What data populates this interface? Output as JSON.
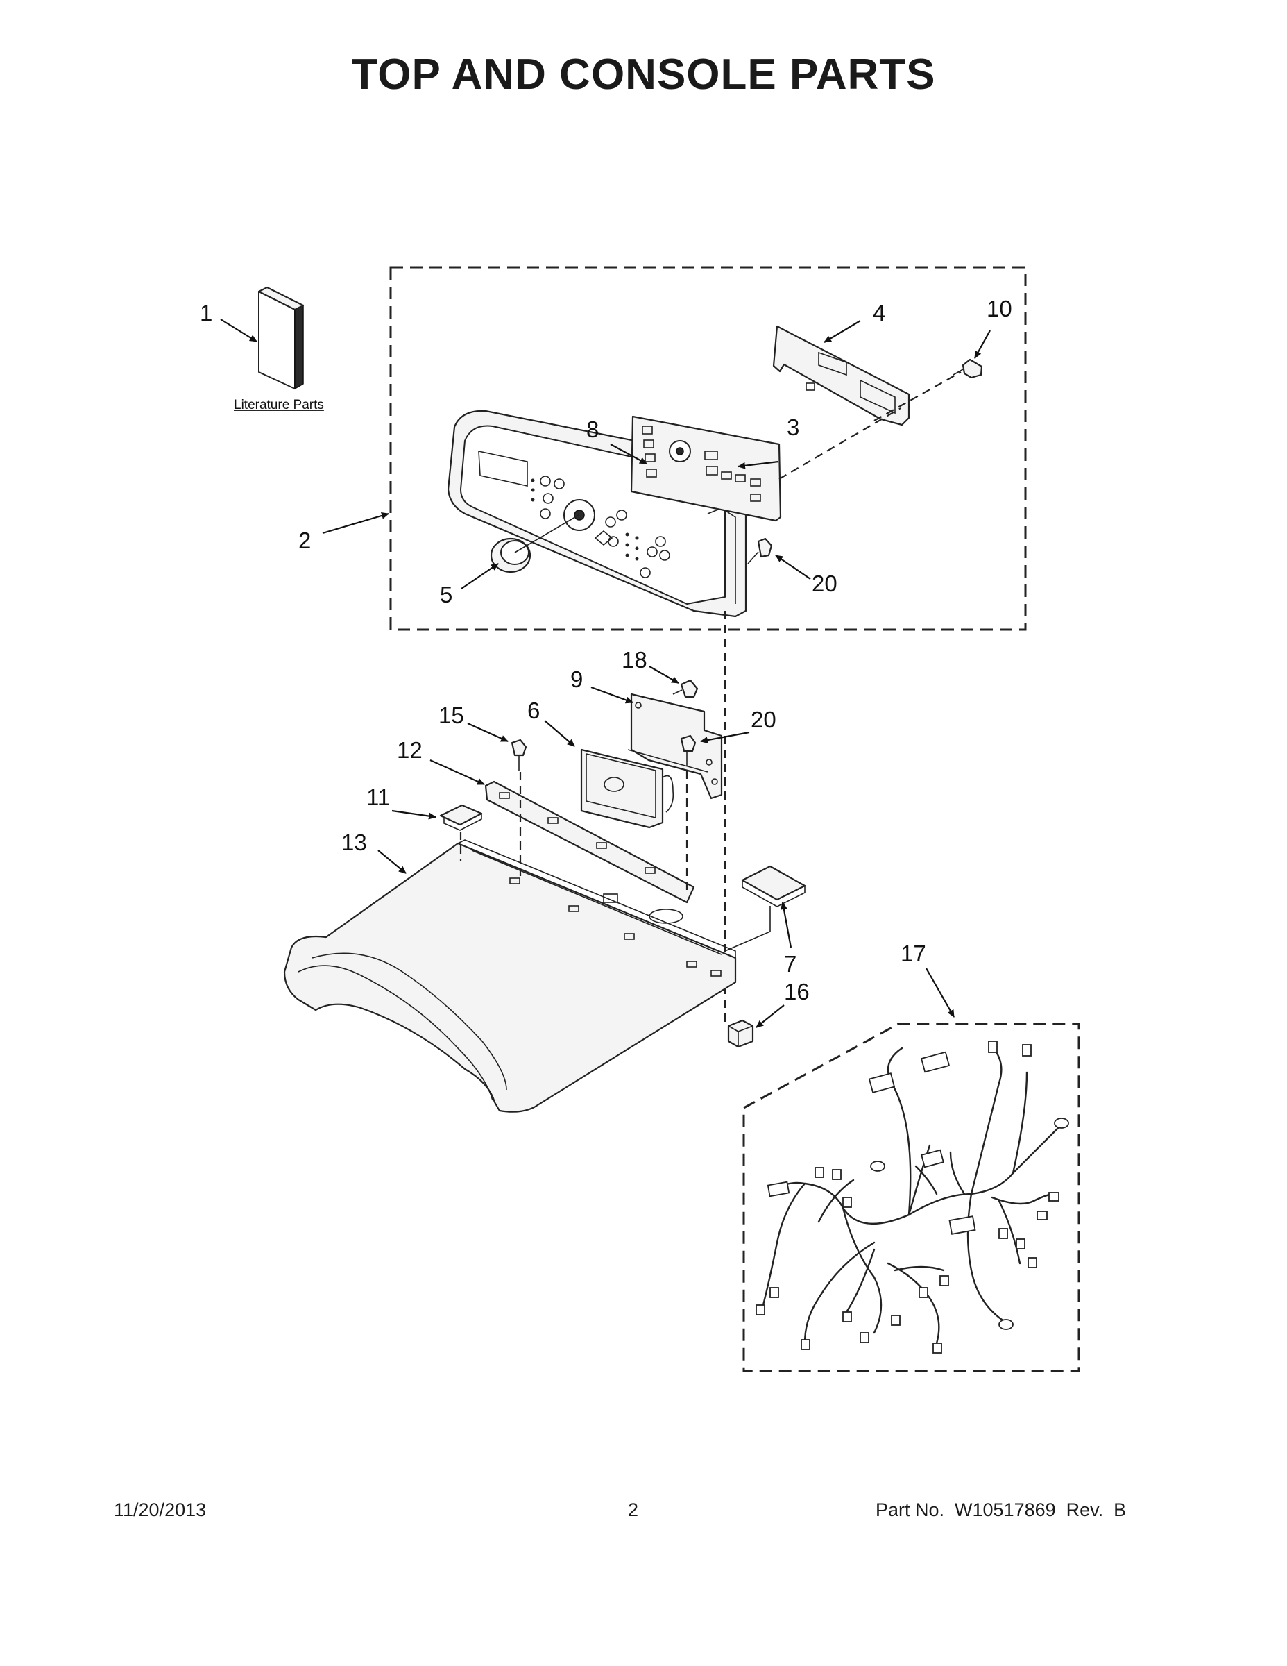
{
  "page": {
    "title": "TOP AND CONSOLE PARTS",
    "literature_label": "Literature Parts"
  },
  "callouts": [
    {
      "id": "1",
      "label": "1"
    },
    {
      "id": "2",
      "label": "2"
    },
    {
      "id": "3",
      "label": "3"
    },
    {
      "id": "4",
      "label": "4"
    },
    {
      "id": "5",
      "label": "5"
    },
    {
      "id": "6",
      "label": "6"
    },
    {
      "id": "7",
      "label": "7"
    },
    {
      "id": "8",
      "label": "8"
    },
    {
      "id": "9",
      "label": "9"
    },
    {
      "id": "10",
      "label": "10"
    },
    {
      "id": "11",
      "label": "11"
    },
    {
      "id": "12",
      "label": "12"
    },
    {
      "id": "13",
      "label": "13"
    },
    {
      "id": "15",
      "label": "15"
    },
    {
      "id": "16",
      "label": "16"
    },
    {
      "id": "17",
      "label": "17"
    },
    {
      "id": "18",
      "label": "18"
    },
    {
      "id": "20a",
      "label": "20"
    },
    {
      "id": "20b",
      "label": "20"
    }
  ],
  "footer": {
    "date": "11/20/2013",
    "page_number": "2",
    "part_number": "Part No.  W10517869  Rev.  B"
  }
}
